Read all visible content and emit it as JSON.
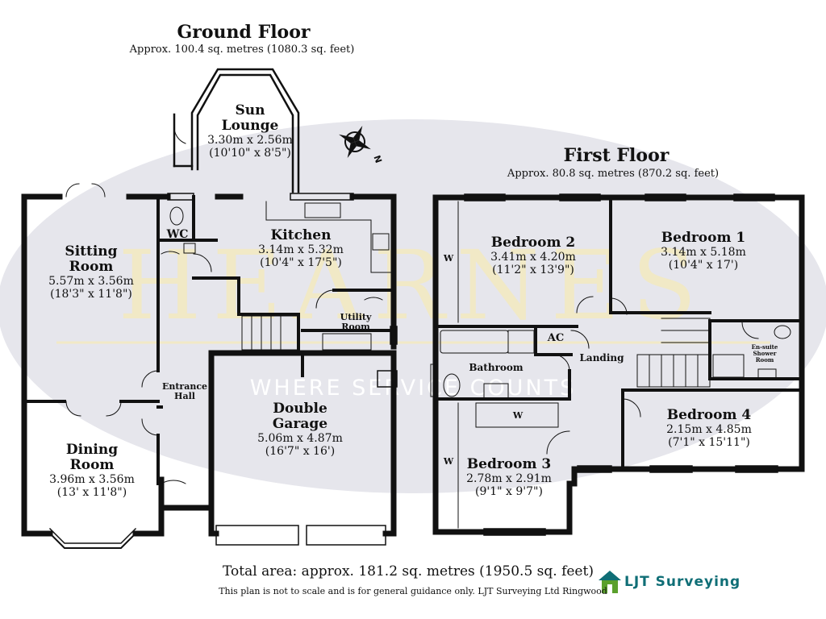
{
  "watermark": {
    "brand": "HEARNES",
    "tagline": "WHERE SERVICE COUNTS"
  },
  "ground_floor": {
    "title": "Ground Floor",
    "area": "Approx. 100.4 sq. metres (1080.3 sq. feet)",
    "rooms": [
      {
        "id": "sun-lounge",
        "name_lines": [
          "Sun",
          "Lounge"
        ],
        "dims": [
          "3.30m x 2.56m",
          "(10'10\" x 8'5\")"
        ]
      },
      {
        "id": "wc",
        "name_lines": [
          "WC"
        ],
        "dims": []
      },
      {
        "id": "kitchen",
        "name_lines": [
          "Kitchen"
        ],
        "dims": [
          "3.14m x 5.32m",
          "(10'4\" x 17'5\")"
        ]
      },
      {
        "id": "sitting-room",
        "name_lines": [
          "Sitting",
          "Room"
        ],
        "dims": [
          "5.57m x 3.56m",
          "(18'3\" x 11'8\")"
        ]
      },
      {
        "id": "utility-room",
        "name_lines": [
          "Utility",
          "Room"
        ],
        "dims": []
      },
      {
        "id": "entrance-hall",
        "name_lines": [
          "Entrance",
          "Hall"
        ],
        "dims": []
      },
      {
        "id": "double-garage",
        "name_lines": [
          "Double",
          "Garage"
        ],
        "dims": [
          "5.06m x 4.87m",
          "(16'7\" x 16')"
        ]
      },
      {
        "id": "dining-room",
        "name_lines": [
          "Dining",
          "Room"
        ],
        "dims": [
          "3.96m x 3.56m",
          "(13' x 11'8\")"
        ]
      }
    ]
  },
  "first_floor": {
    "title": "First Floor",
    "area": "Approx. 80.8 sq. metres (870.2 sq. feet)",
    "rooms": [
      {
        "id": "bedroom-2",
        "name_lines": [
          "Bedroom 2"
        ],
        "dims": [
          "3.41m x 4.20m",
          "(11'2\" x 13'9\")"
        ]
      },
      {
        "id": "bedroom-1",
        "name_lines": [
          "Bedroom 1"
        ],
        "dims": [
          "3.14m x 5.18m",
          "(10'4\" x 17')"
        ]
      },
      {
        "id": "ac",
        "name_lines": [
          "AC"
        ],
        "dims": []
      },
      {
        "id": "landing",
        "name_lines": [
          "Landing"
        ],
        "dims": []
      },
      {
        "id": "bathroom",
        "name_lines": [
          "Bathroom"
        ],
        "dims": []
      },
      {
        "id": "en-suite",
        "name_lines": [
          "En-suite",
          "Shower",
          "Room"
        ],
        "dims": []
      },
      {
        "id": "bedroom-4",
        "name_lines": [
          "Bedroom 4"
        ],
        "dims": [
          "2.15m x 4.85m",
          "(7'1\" x 15'11\")"
        ]
      },
      {
        "id": "bedroom-3",
        "name_lines": [
          "Bedroom 3"
        ],
        "dims": [
          "2.78m x 2.91m",
          "(9'1\" x 9'7\")"
        ]
      }
    ],
    "wardrobe_marks": [
      "W",
      "W",
      "W"
    ]
  },
  "compass": {
    "direction_label": "N"
  },
  "footer": {
    "total_area": "Total area: approx. 181.2 sq. metres (1950.5 sq. feet)",
    "disclaimer": "This plan is not to scale and is for general guidance only. LJT Surveying Ltd Ringwood",
    "logo_text": "LJT Surveying"
  },
  "colors": {
    "wall": "#111111",
    "watermark_ellipse": "#e6e6ec",
    "watermark_text": "#f1e9c6",
    "logo_teal": "#0f6e76",
    "logo_green": "#5aa02c"
  }
}
